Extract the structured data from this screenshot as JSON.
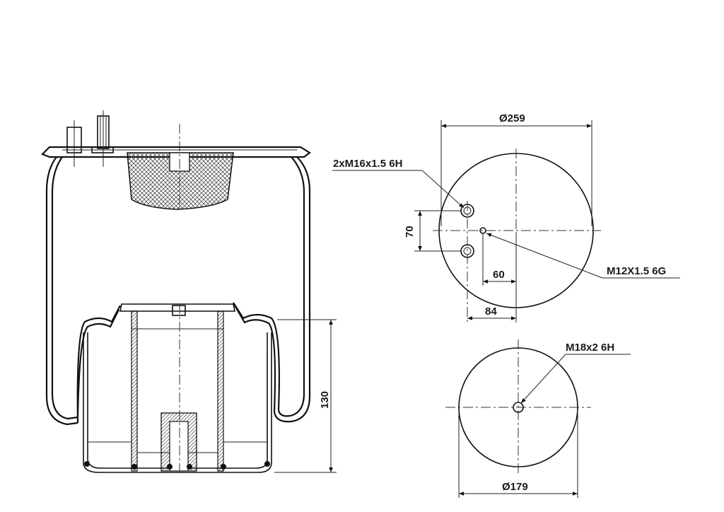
{
  "labels": {
    "top_diameter": "Ø259",
    "thread_2x": "2xM16x1.5 6H",
    "dim_70": "70",
    "thread_m12": "M12X1.5 6G",
    "dim_60": "60",
    "dim_84": "84",
    "thread_m18": "M18x2 6H",
    "dim_130": "130",
    "bottom_diameter": "Ø179"
  }
}
